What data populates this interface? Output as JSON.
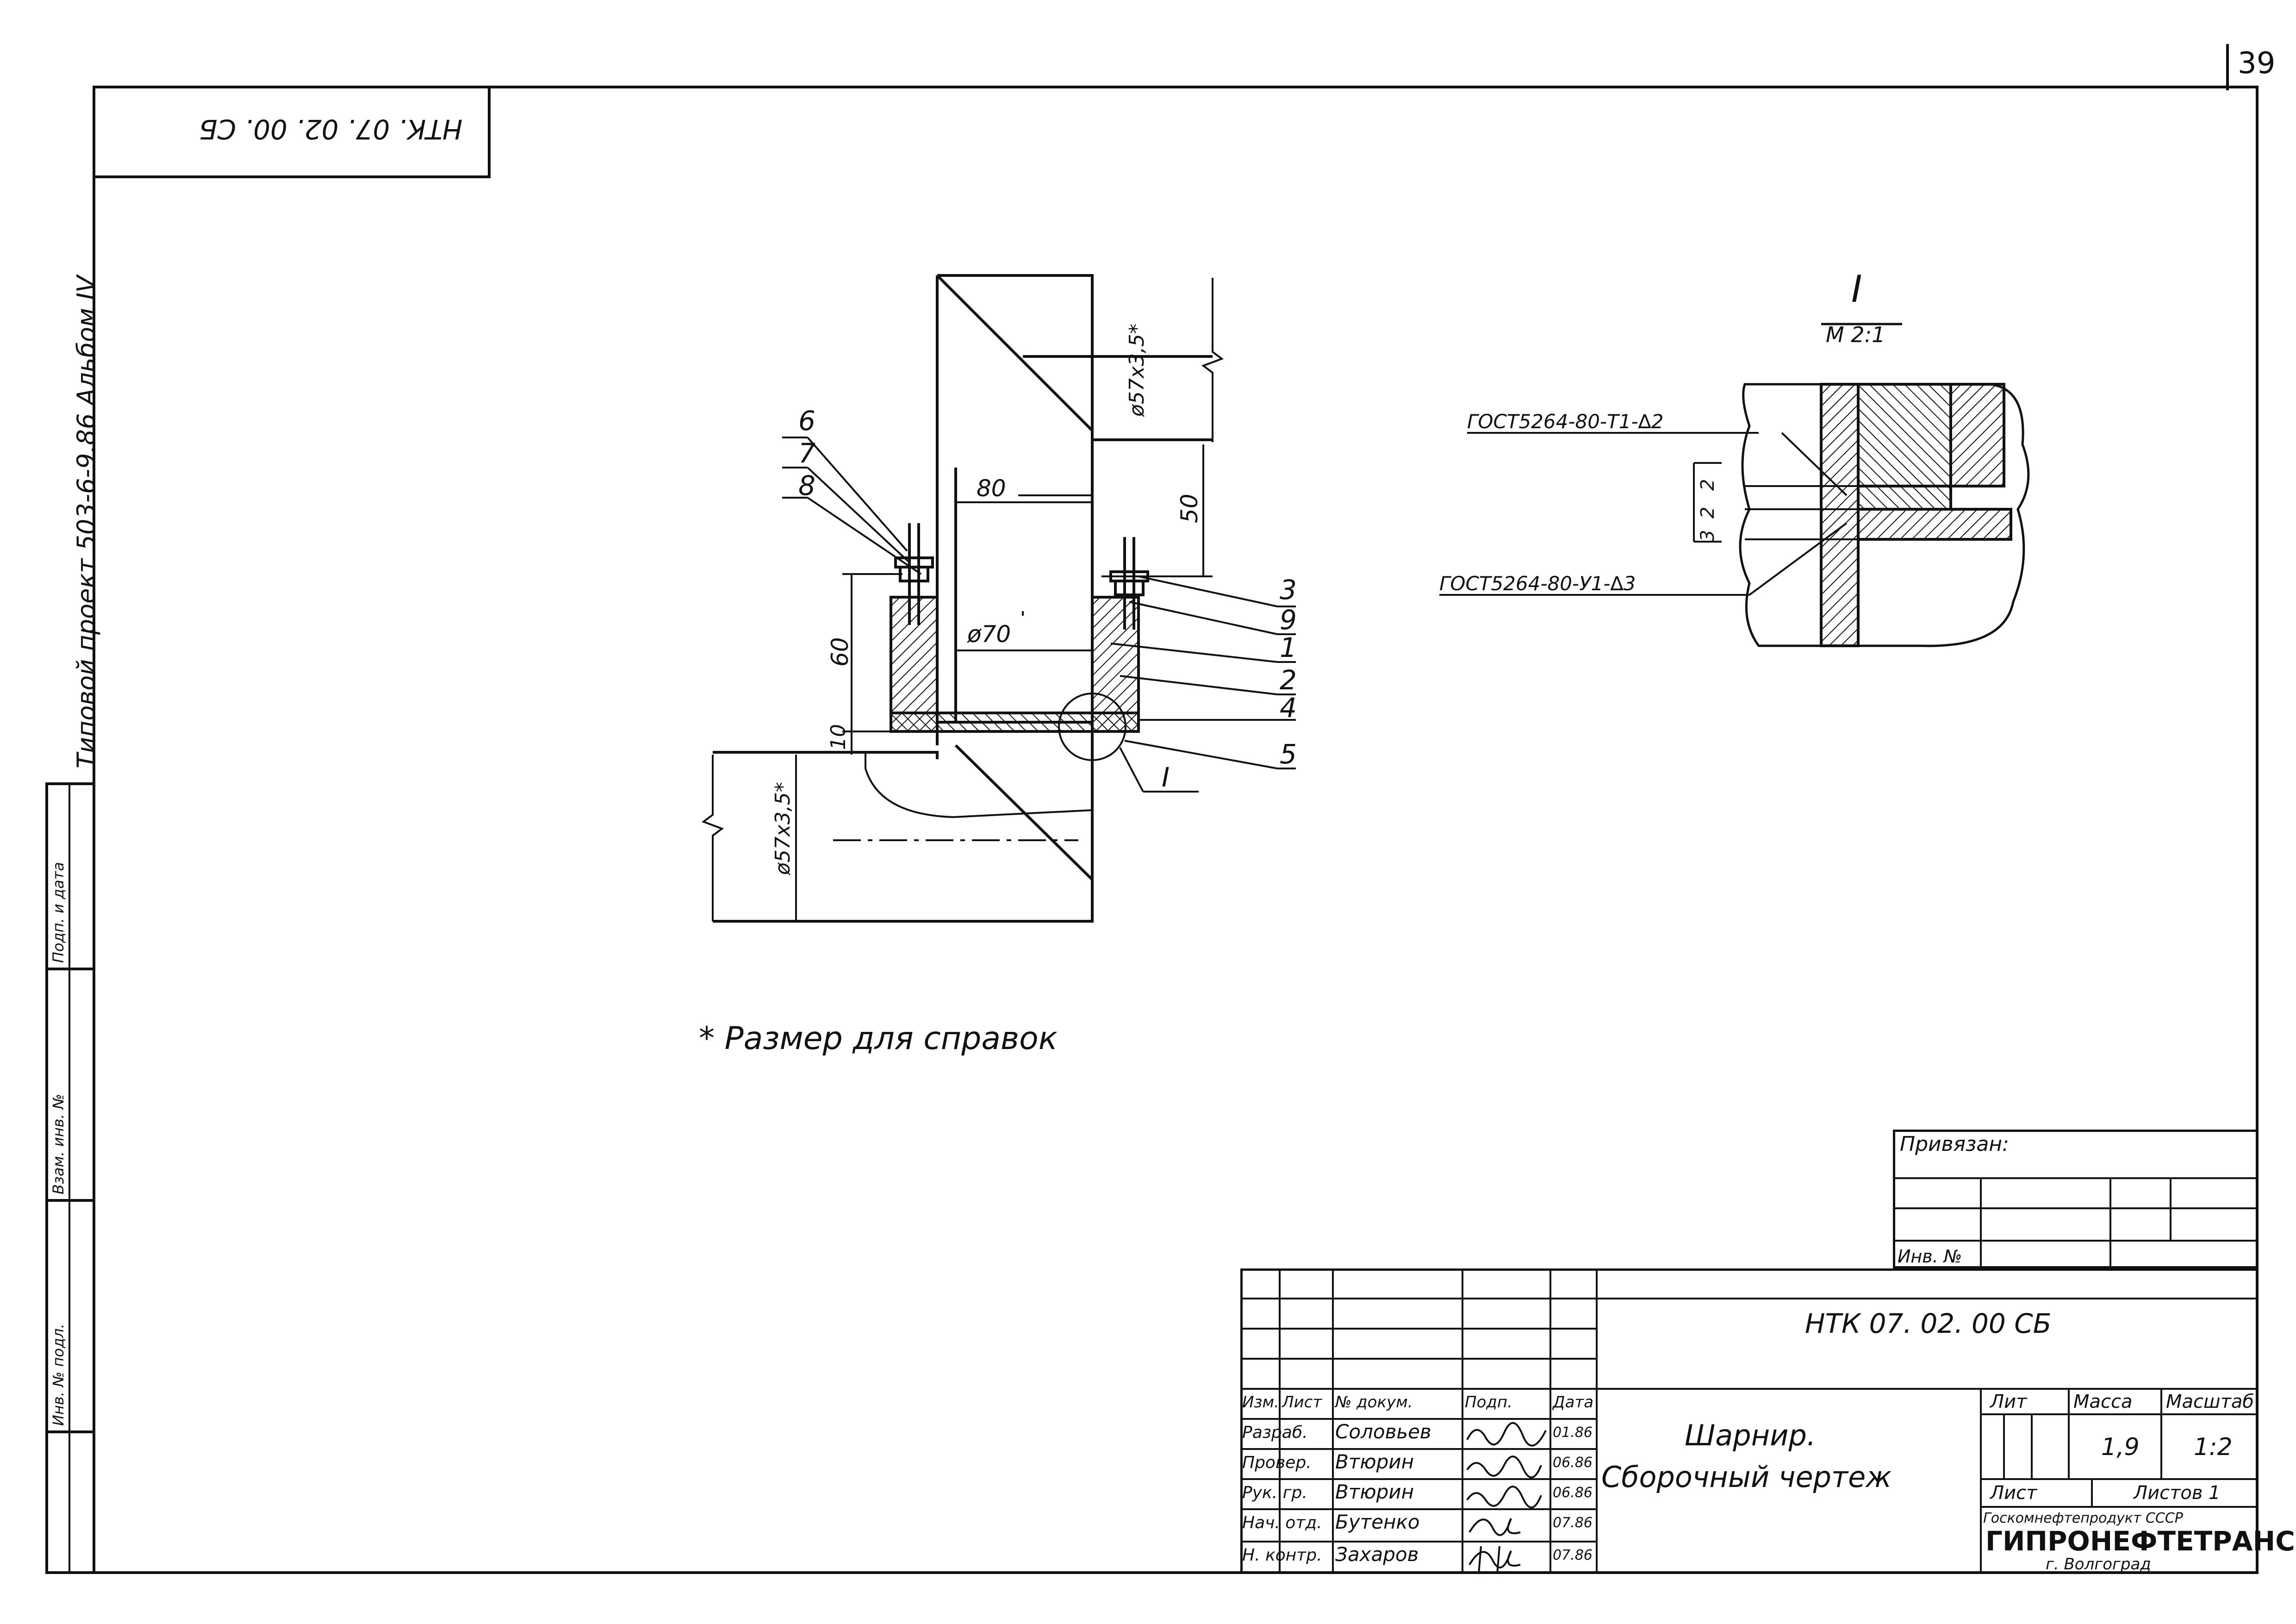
{
  "sheet": {
    "page_number": "39",
    "doc_code_stamp": "НТК. 07. 02. 00. СБ",
    "side_text": "Типовой проект 503-6-9.86 Альбом IV",
    "left_strip_labels": [
      "Подп. и дата",
      "Взам. инв. №",
      "Инв. № подл."
    ]
  },
  "drawing": {
    "callouts": [
      "6",
      "7",
      "8",
      "3",
      "9",
      "1",
      "2",
      "4",
      "5"
    ],
    "dims": {
      "d80": "80",
      "d50": "50",
      "d60": "60",
      "d10": "10",
      "d70": "ø70",
      "pipe_top": "ø57х3,5*",
      "pipe_bottom": "ø57х3,5*"
    },
    "section_mark": "I",
    "note": "* Размер для справок"
  },
  "detail": {
    "title": "I",
    "scale": "М 2:1",
    "weld1": "ГОСТ5264-80-Т1-∆2",
    "weld2": "ГОСТ5264-80-У1-∆3",
    "dim_a": "2",
    "dim_b": "2",
    "dim_c": "3"
  },
  "binding_box": {
    "title": "Привязан:",
    "inv_label": "Инв. №"
  },
  "title_block": {
    "doc_number": "НТК 07. 02. 00 СБ",
    "headers": [
      "Изм.",
      "Лист",
      "№ докум.",
      "Подп.",
      "Дата"
    ],
    "rows": [
      {
        "role": "Разраб.",
        "name": "Соловьев",
        "date": "01.86"
      },
      {
        "role": "Провер.",
        "name": "Втюрин",
        "date": "06.86"
      },
      {
        "role": "Рук. гр.",
        "name": "Втюрин",
        "date": "06.86"
      },
      {
        "role": "Нач. отд.",
        "name": "Бутенко",
        "date": "07.86"
      },
      {
        "role": "Н. контр.",
        "name": "Захаров",
        "date": "07.86"
      }
    ],
    "name_line1": "Шарнир.",
    "name_line2": "Сборочный чертеж",
    "lit_label": "Лит",
    "mass_label": "Масса",
    "scale_label": "Масштаб",
    "mass_value": "1,9",
    "scale_value": "1:2",
    "sheet_label": "Лист",
    "sheets_label": "Листов 1",
    "org_line1": "Госкомнефтепродукт СССР",
    "org_line2": "ГИПРОНЕФТЕТРАНС",
    "org_line3": "г. Волгоград"
  }
}
